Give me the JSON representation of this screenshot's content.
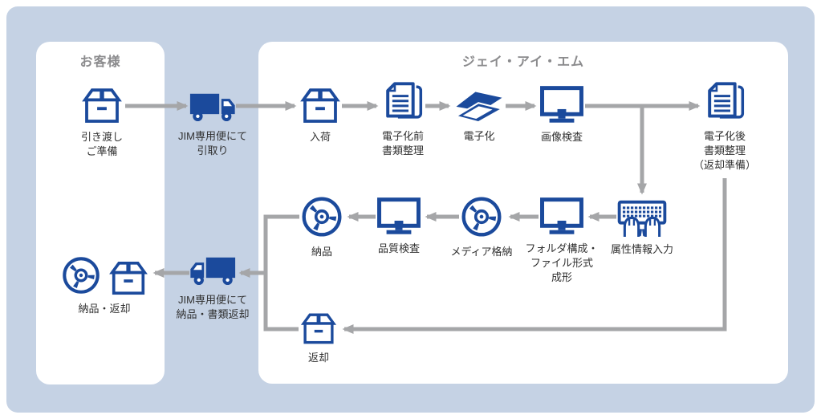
{
  "colors": {
    "accent_navy": "#1b4a9c",
    "arrow_gray": "#a5a6a8",
    "background_blue": "#c5d2e4",
    "panel_white": "#ffffff",
    "title_gray": "#8b8b8d",
    "label_text": "#303030"
  },
  "panels": {
    "customer": {
      "title": "お客様"
    },
    "company": {
      "title": "ジェイ・アイ・エム"
    }
  },
  "nodes": [
    {
      "id": "handover",
      "icon": "box-icon",
      "label": "引き渡し\nご準備"
    },
    {
      "id": "pickup-truck",
      "icon": "truck-icon",
      "label": "JIM専用便にて\n引取り"
    },
    {
      "id": "arrival",
      "icon": "box-icon",
      "label": "入荷"
    },
    {
      "id": "pre-digitization-sorting",
      "icon": "documents-icon",
      "label": "電子化前\n書類整理"
    },
    {
      "id": "digitization",
      "icon": "scanner-icon",
      "label": "電子化"
    },
    {
      "id": "image-inspection",
      "icon": "monitor-icon",
      "label": "画像検査"
    },
    {
      "id": "post-digitization-sorting",
      "icon": "documents-icon",
      "label": "電子化後\n書類整理\n（返却準備）"
    },
    {
      "id": "attribute-input",
      "icon": "keyboard-icon",
      "label": "属性情報入力"
    },
    {
      "id": "folder-structure",
      "icon": "monitor-icon",
      "label": "フォルダ構成・\nファイル形式\n成形"
    },
    {
      "id": "media-storage",
      "icon": "cd-icon",
      "label": "メディア格納"
    },
    {
      "id": "quality-inspection",
      "icon": "monitor-icon",
      "label": "品質検査"
    },
    {
      "id": "delivery",
      "icon": "cd-icon",
      "label": "納品"
    },
    {
      "id": "return-box",
      "icon": "box-icon",
      "label": "返却"
    },
    {
      "id": "return-truck",
      "icon": "truck-icon",
      "label": "JIM専用便にて\n納品・書類返却"
    },
    {
      "id": "delivery-return",
      "icon": "cd-box-icon",
      "label": "納品・返却"
    }
  ],
  "edges": [
    {
      "from": "handover",
      "to": "pickup-truck"
    },
    {
      "from": "pickup-truck",
      "to": "arrival"
    },
    {
      "from": "arrival",
      "to": "pre-digitization-sorting"
    },
    {
      "from": "pre-digitization-sorting",
      "to": "digitization"
    },
    {
      "from": "digitization",
      "to": "image-inspection"
    },
    {
      "from": "image-inspection",
      "to": "post-digitization-sorting"
    },
    {
      "from": "image-inspection",
      "to": "attribute-input"
    },
    {
      "from": "attribute-input",
      "to": "folder-structure"
    },
    {
      "from": "folder-structure",
      "to": "media-storage"
    },
    {
      "from": "media-storage",
      "to": "quality-inspection"
    },
    {
      "from": "quality-inspection",
      "to": "delivery"
    },
    {
      "from": "delivery",
      "to": "return-truck"
    },
    {
      "from": "post-digitization-sorting",
      "to": "return-box"
    },
    {
      "from": "return-box",
      "to": "return-truck"
    },
    {
      "from": "return-truck",
      "to": "delivery-return"
    }
  ]
}
